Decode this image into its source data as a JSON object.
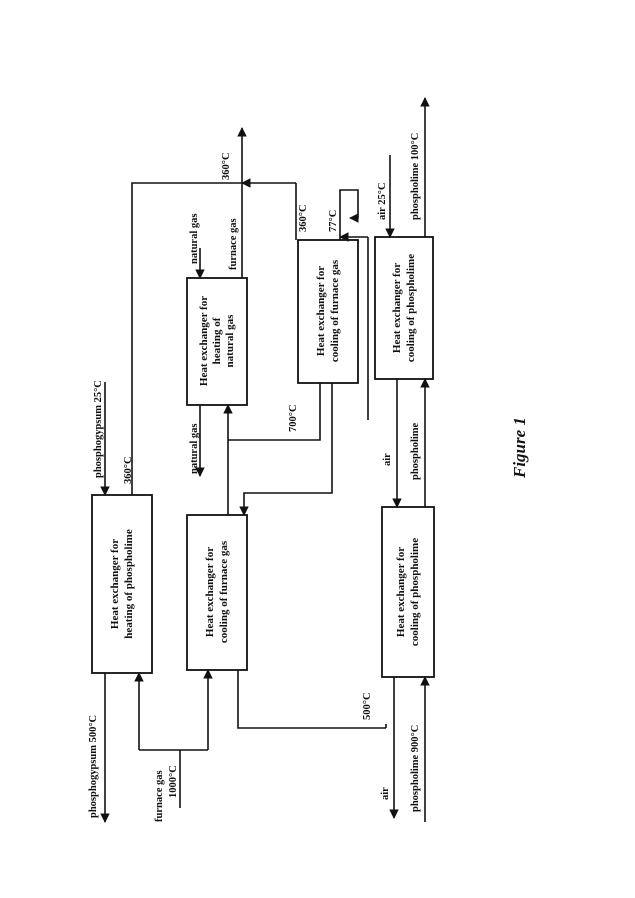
{
  "figure_label": "Figure 1",
  "boxes": {
    "heat_phospholime": {
      "line1": "Heat exchanger for",
      "line2": "heating of phospholime"
    },
    "cool_furnace_gas_1": {
      "line1": "Heat exchanger for",
      "line2": "cooling of furnace gas"
    },
    "heat_natural_gas": {
      "line1": "Heat exchanger for",
      "line2": "heating of",
      "line3": "natural gas"
    },
    "cool_furnace_gas_2": {
      "line1": "Heat exchanger for",
      "line2": "cooling of furnace gas"
    },
    "cool_phospholime_top": {
      "line1": "Heat exchanger for",
      "line2": "cooling of phospholime"
    },
    "cool_phospholime_bottom": {
      "line1": "Heat exchanger for",
      "line2": "cooling of phospholime"
    }
  },
  "labels": {
    "phosphogypsum_500": "phosphogypsum 500°C",
    "phosphogypsum_25": "phosphogypsum 25°C",
    "t360_a": "360°C",
    "furnace_gas": "furnace gas",
    "t1000": "1000°C",
    "t360_top": "360°C",
    "natural_gas_in": "natural gas",
    "furnace_gas_2": "furnace gas",
    "natural_gas_out": "natural gas",
    "t360_b": "360°C",
    "t700": "700°C",
    "t77": "77°C",
    "air_25": "air 25°C",
    "phospholime_100": "phospholime 100°C",
    "air_mid": "air",
    "phospholime_mid": "phospholime",
    "t500": "500°C",
    "air_left": "air",
    "phospholime_900": "phospholime 900°C"
  }
}
